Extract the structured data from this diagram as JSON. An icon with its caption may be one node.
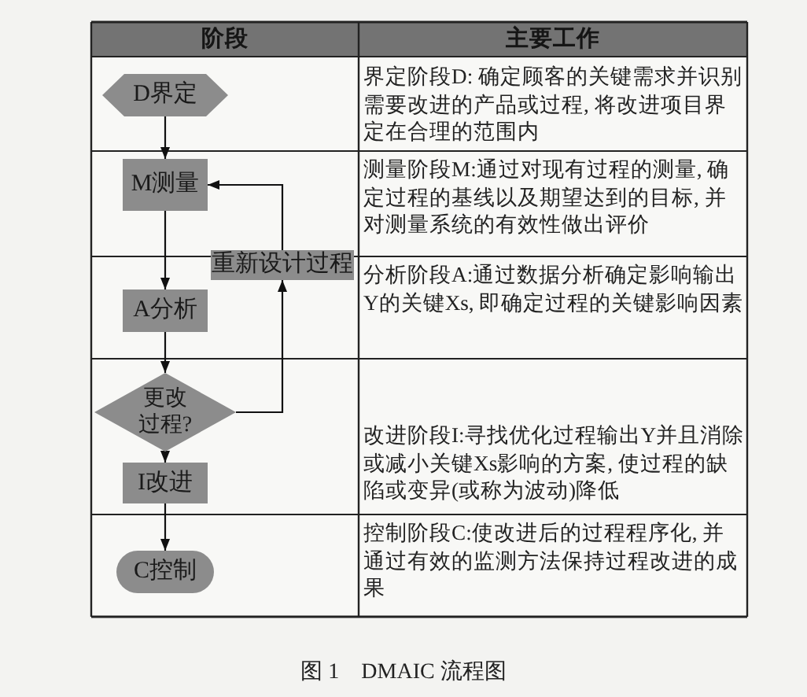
{
  "diagram": {
    "caption": "图 1　DMAIC 流程图",
    "nodes": [
      {
        "text": [
          "D界定"
        ]
      },
      {
        "text": [
          "M测量"
        ]
      },
      {
        "text": [
          "重新设计过程"
        ]
      },
      {
        "text": [
          "A分析"
        ]
      },
      {
        "text": [
          "更改过程?"
        ]
      },
      {
        "text": [
          "I改进"
        ]
      },
      {
        "text": [
          "C控制"
        ]
      }
    ],
    "edges": [
      {
        "from": 0,
        "to": 1,
        "arrow": "to"
      },
      {
        "from": 1,
        "to": 3,
        "arrow": "to"
      },
      {
        "from": 3,
        "to": 4,
        "arrow": "to"
      },
      {
        "from": 4,
        "to": 5,
        "arrow": "to"
      },
      {
        "from": 5,
        "to": 6,
        "arrow": "to"
      },
      {
        "from": 4,
        "to": 2,
        "arrow": "to"
      },
      {
        "from": 2,
        "to": 1,
        "arrow": "to"
      }
    ],
    "labels": [
      "阶段",
      "主要工作",
      "界定阶段D: 确定顾客的关键需求并识别需要改进的产品或过程, 将改进项目界定在合理的范围内",
      "测量阶段M:通过对现有过程的测量, 确定过程的基线以及期望达到的目标, 并对测量系统的有效性做出评价",
      "分析阶段A:通过数据分析确定影响输出Y的关键Xs, 即确定过程的关键影响因素",
      "改进阶段I:寻找优化过程输出Y并且消除或减小关键Xs影响的方案, 使过程的缺陷或变异(或称为波动)降低",
      "控制阶段C:使改进后的过程程序化, 并通过有效的监测方法保持过程改进的成果"
    ]
  }
}
